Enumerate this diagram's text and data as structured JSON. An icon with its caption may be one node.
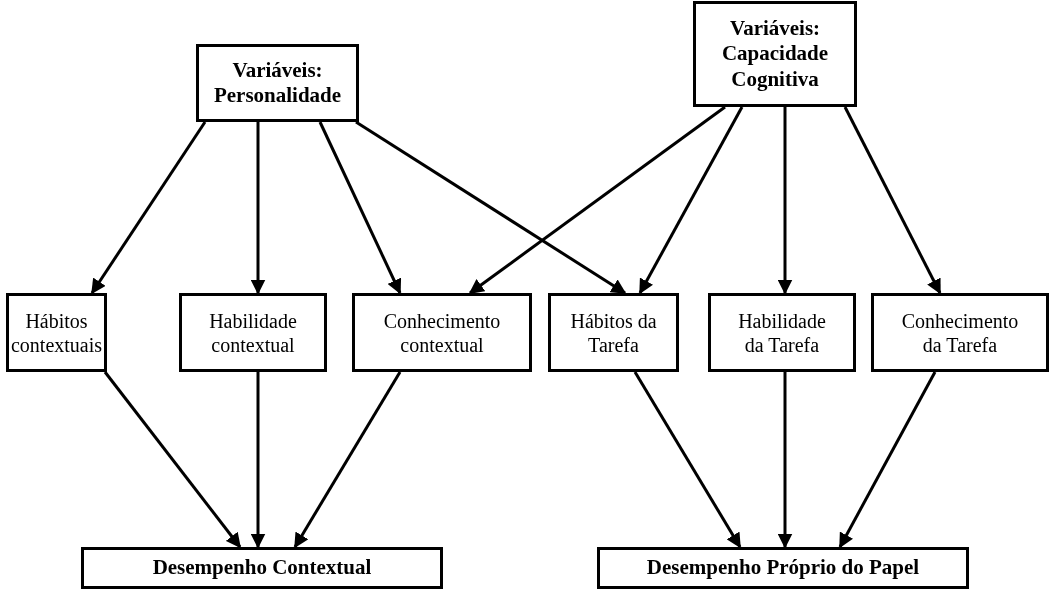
{
  "diagram": {
    "nodes": [
      {
        "text": [
          "Variáveis: Personalidade"
        ]
      },
      {
        "text": [
          "Variáveis: Capacidade Cognitiva"
        ]
      },
      {
        "text": [
          "Hábitos contextuais"
        ]
      },
      {
        "text": [
          "Habilidade contextual"
        ]
      },
      {
        "text": [
          "Conhecimento contextual"
        ]
      },
      {
        "text": [
          "Hábitos da Tarefa"
        ]
      },
      {
        "text": [
          "Habilidade da Tarefa"
        ]
      },
      {
        "text": [
          "Conhecimento da Tarefa"
        ]
      },
      {
        "text": [
          "Desempenho Contextual"
        ]
      },
      {
        "text": [
          "Desempenho Próprio do Papel"
        ]
      }
    ],
    "edges": [
      {
        "from": 0,
        "to": 2,
        "arrow": "to"
      },
      {
        "from": 0,
        "to": 3,
        "arrow": "to"
      },
      {
        "from": 0,
        "to": 4,
        "arrow": "to"
      },
      {
        "from": 0,
        "to": 5,
        "arrow": "to"
      },
      {
        "from": 1,
        "to": 4,
        "arrow": "to"
      },
      {
        "from": 1,
        "to": 5,
        "arrow": "to"
      },
      {
        "from": 1,
        "to": 6,
        "arrow": "to"
      },
      {
        "from": 1,
        "to": 7,
        "arrow": "to"
      },
      {
        "from": 2,
        "to": 8,
        "arrow": "to"
      },
      {
        "from": 3,
        "to": 8,
        "arrow": "to"
      },
      {
        "from": 4,
        "to": 8,
        "arrow": "to"
      },
      {
        "from": 5,
        "to": 9,
        "arrow": "to"
      },
      {
        "from": 6,
        "to": 9,
        "arrow": "to"
      },
      {
        "from": 7,
        "to": 9,
        "arrow": "to"
      }
    ]
  }
}
